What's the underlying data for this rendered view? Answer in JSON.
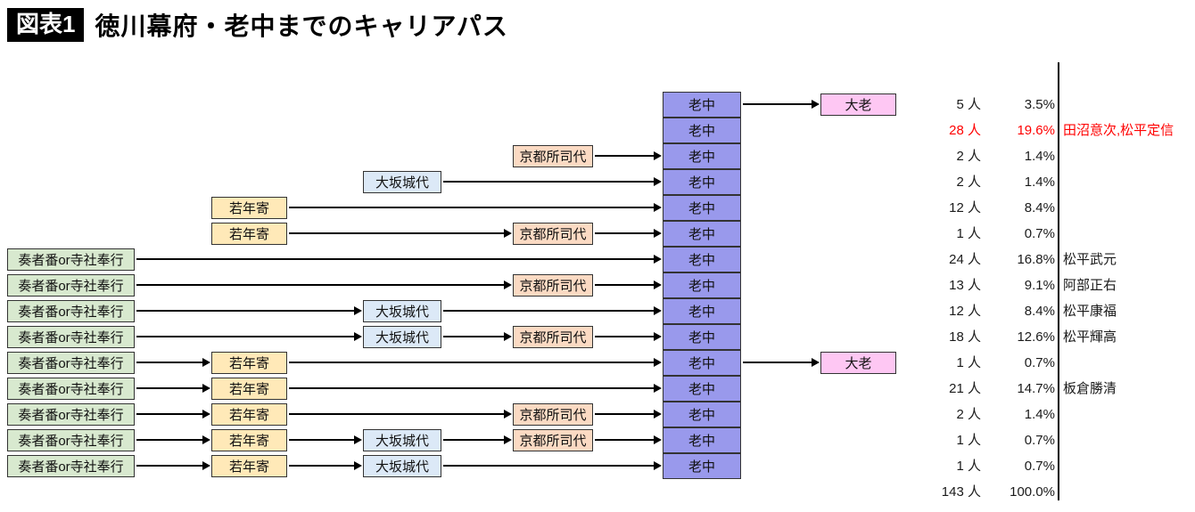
{
  "header": {
    "badge": "図表1",
    "title": "徳川幕府・老中までのキャリアパス"
  },
  "box_labels": {
    "sousha": "奏者番or寺社奉行",
    "wakadoshiyori": "若年寄",
    "osaka": "大坂城代",
    "kyoto": "京都所司代",
    "roju": "老中",
    "tairo": "大老"
  },
  "colors": {
    "sousha": "#d8e9cf",
    "wakadoshiyori": "#ffe9b8",
    "osaka": "#dce9f7",
    "kyoto": "#fbdac3",
    "roju": "#9999ec",
    "tairo": "#fec7f3",
    "highlight": "#ff0000",
    "text": "#1a1a1a",
    "border": "#333333"
  },
  "rows": [
    {
      "path": [
        "roju",
        "tairo"
      ],
      "count": "5 人",
      "pct": "3.5%",
      "note": "",
      "highlight": false
    },
    {
      "path": [
        "roju"
      ],
      "count": "28 人",
      "pct": "19.6%",
      "note": "田沼意次,松平定信",
      "highlight": true
    },
    {
      "path": [
        "kyoto",
        "roju"
      ],
      "count": "2 人",
      "pct": "1.4%",
      "note": "",
      "highlight": false
    },
    {
      "path": [
        "osaka",
        "roju"
      ],
      "count": "2 人",
      "pct": "1.4%",
      "note": "",
      "highlight": false
    },
    {
      "path": [
        "wakadoshiyori",
        "roju"
      ],
      "count": "12 人",
      "pct": "8.4%",
      "note": "",
      "highlight": false
    },
    {
      "path": [
        "wakadoshiyori",
        "kyoto",
        "roju"
      ],
      "count": "1 人",
      "pct": "0.7%",
      "note": "",
      "highlight": false
    },
    {
      "path": [
        "sousha",
        "roju"
      ],
      "count": "24 人",
      "pct": "16.8%",
      "note": "松平武元",
      "highlight": false
    },
    {
      "path": [
        "sousha",
        "kyoto",
        "roju"
      ],
      "count": "13 人",
      "pct": "9.1%",
      "note": "阿部正右",
      "highlight": false
    },
    {
      "path": [
        "sousha",
        "osaka",
        "roju"
      ],
      "count": "12 人",
      "pct": "8.4%",
      "note": "松平康福",
      "highlight": false
    },
    {
      "path": [
        "sousha",
        "osaka",
        "kyoto",
        "roju"
      ],
      "count": "18 人",
      "pct": "12.6%",
      "note": "松平輝高",
      "highlight": false
    },
    {
      "path": [
        "sousha",
        "wakadoshiyori",
        "roju",
        "tairo"
      ],
      "count": "1 人",
      "pct": "0.7%",
      "note": "",
      "highlight": false
    },
    {
      "path": [
        "sousha",
        "wakadoshiyori",
        "roju"
      ],
      "count": "21 人",
      "pct": "14.7%",
      "note": "板倉勝清",
      "highlight": false
    },
    {
      "path": [
        "sousha",
        "wakadoshiyori",
        "kyoto",
        "roju"
      ],
      "count": "2 人",
      "pct": "1.4%",
      "note": "",
      "highlight": false
    },
    {
      "path": [
        "sousha",
        "wakadoshiyori",
        "osaka",
        "kyoto",
        "roju"
      ],
      "count": "1 人",
      "pct": "0.7%",
      "note": "",
      "highlight": false
    },
    {
      "path": [
        "sousha",
        "wakadoshiyori",
        "osaka",
        "roju"
      ],
      "count": "1 人",
      "pct": "0.7%",
      "note": "",
      "highlight": false
    }
  ],
  "total": {
    "count": "143 人",
    "pct": "100.0%"
  }
}
